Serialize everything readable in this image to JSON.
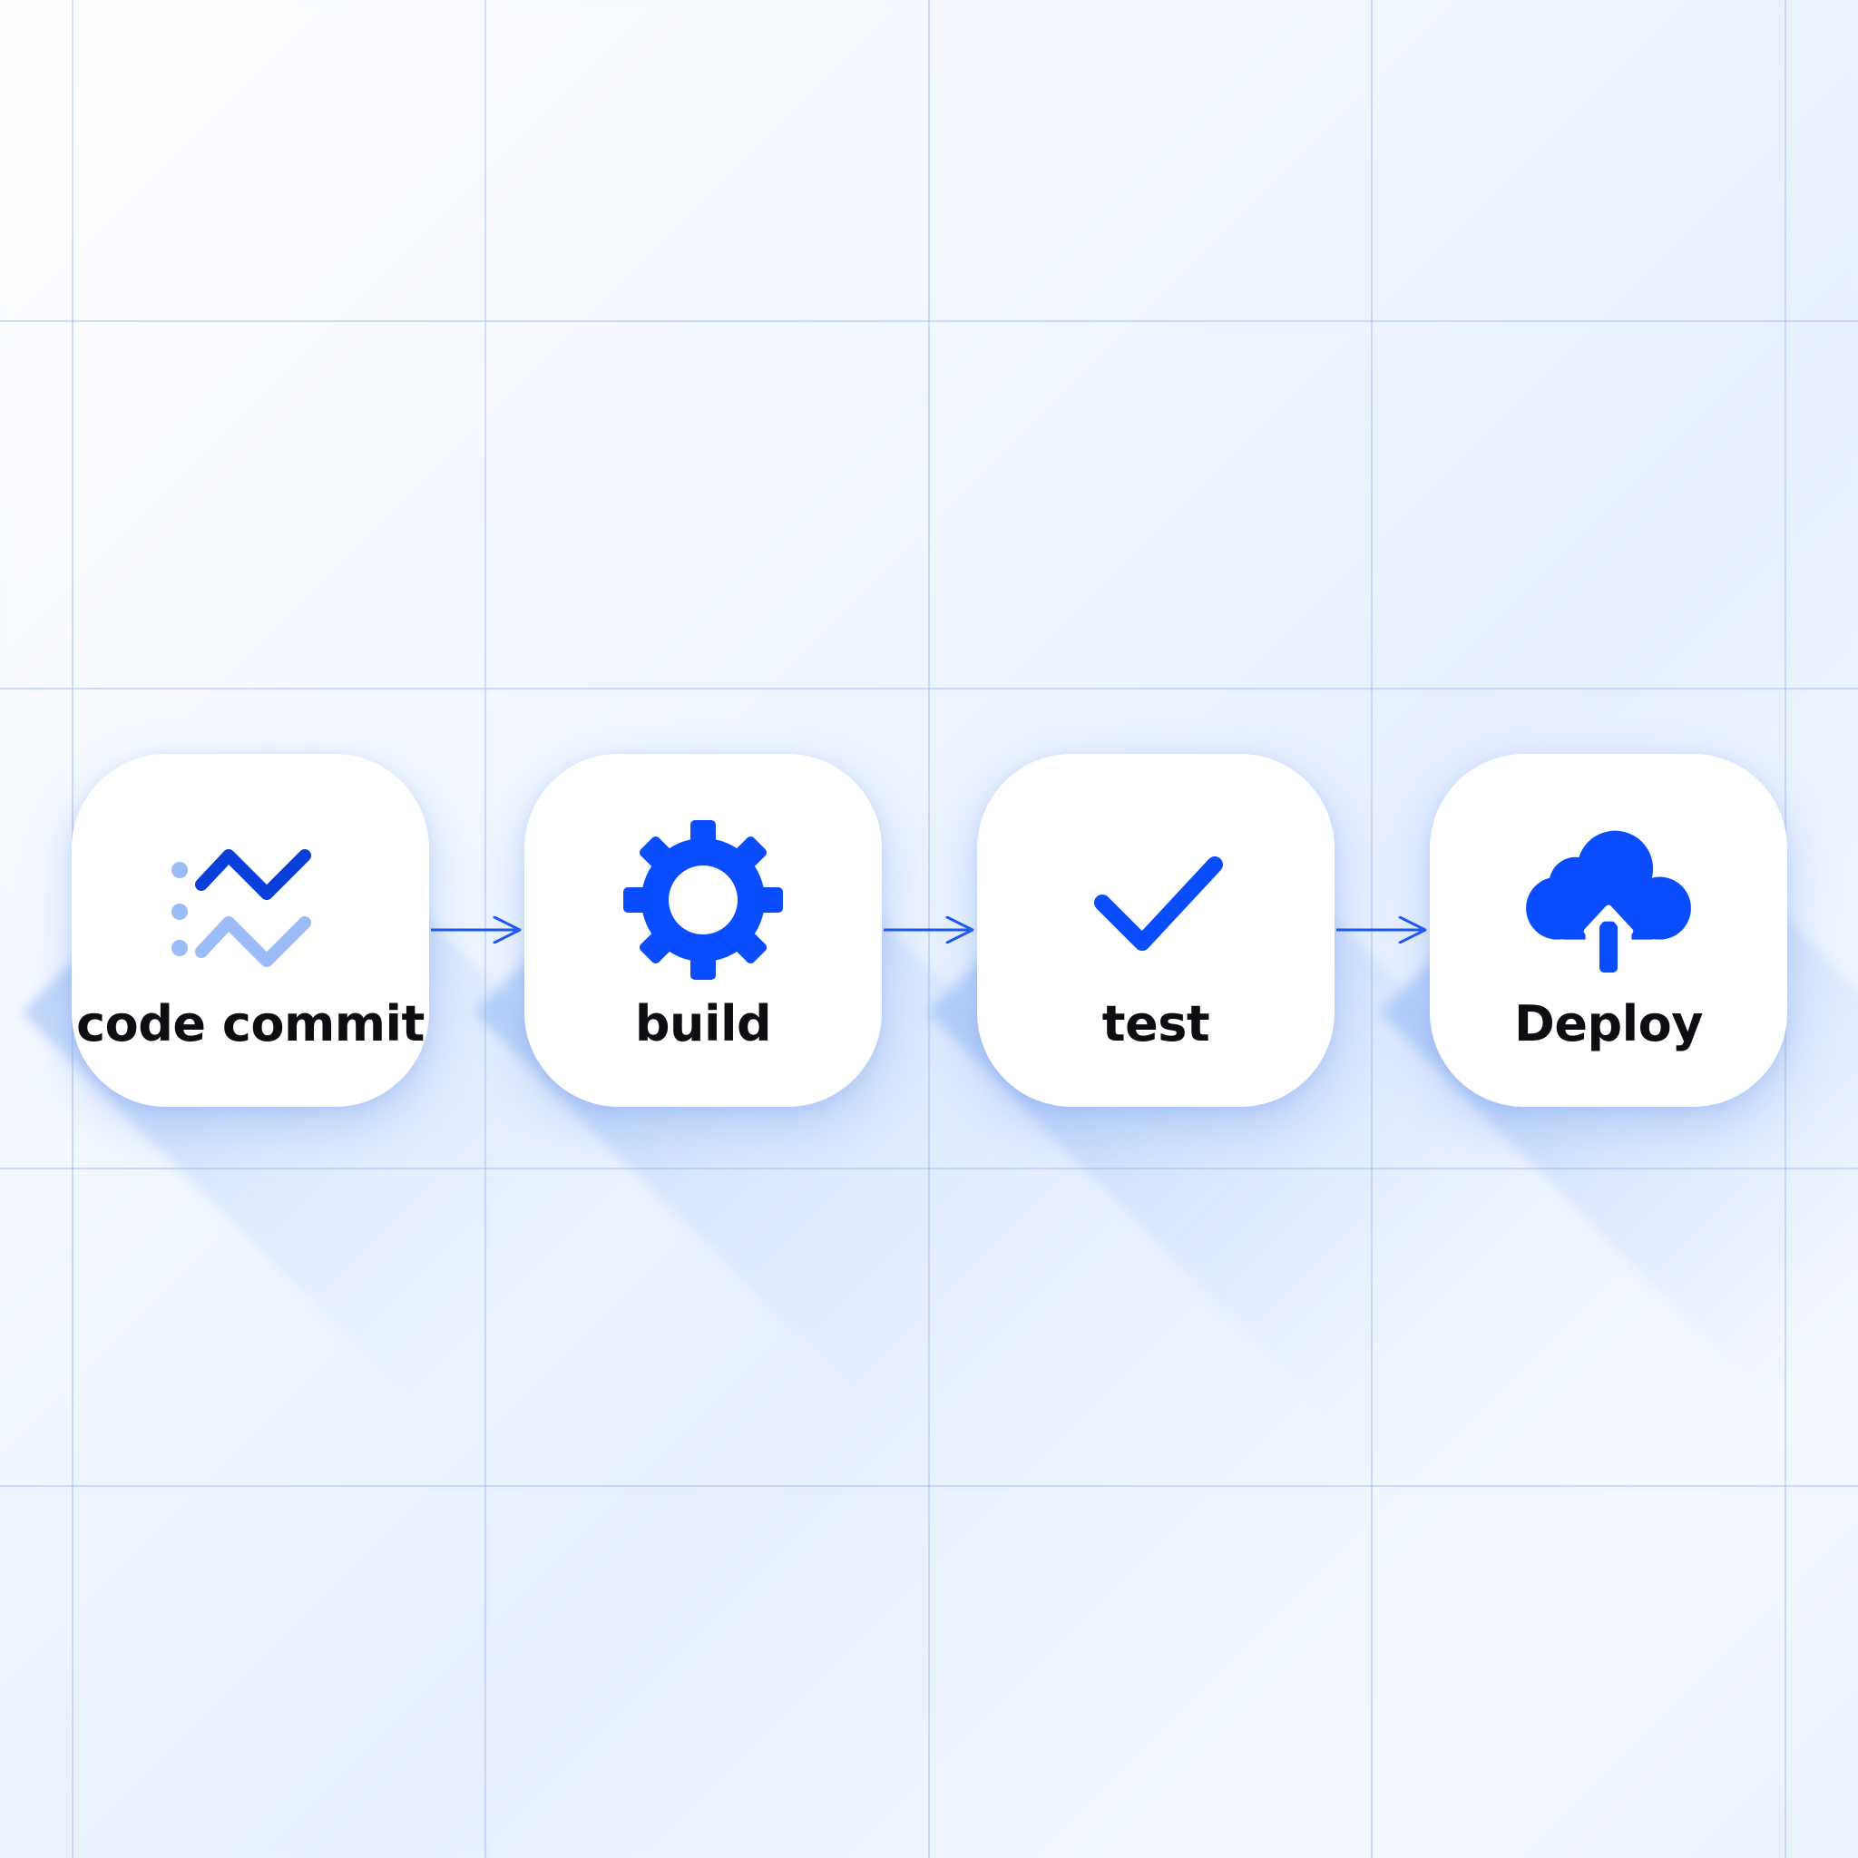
{
  "colors": {
    "accent": "#0a4dff",
    "accent_dark": "#0a3fd9",
    "accent_light": "#9bbcf7",
    "card_bg": "#ffffff",
    "label": "#0d0d12"
  },
  "pipeline": {
    "stages": [
      {
        "label": "code commit",
        "icon": "commit-zigzag-icon"
      },
      {
        "label": "build",
        "icon": "gear-icon"
      },
      {
        "label": "test",
        "icon": "checkmark-icon"
      },
      {
        "label": "Deploy",
        "icon": "cloud-upload-icon"
      }
    ],
    "connectors": [
      {
        "icon": "arrow-right-icon"
      },
      {
        "icon": "arrow-right-icon"
      },
      {
        "icon": "arrow-right-icon"
      }
    ]
  }
}
